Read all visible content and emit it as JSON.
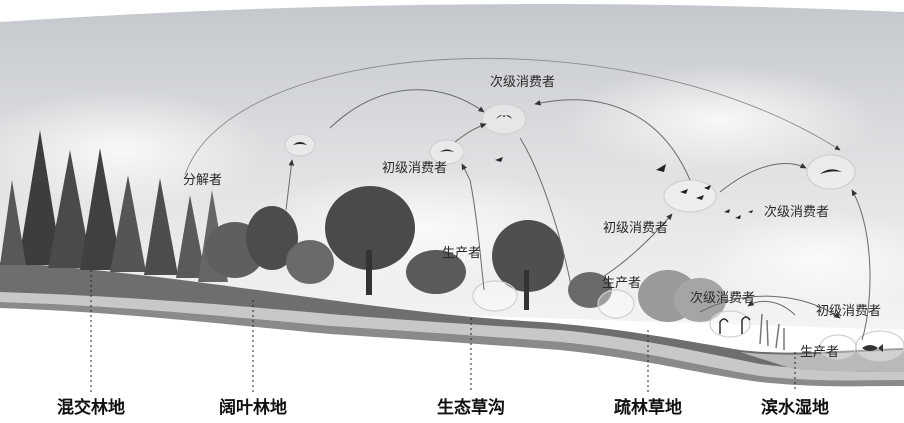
{
  "roles": {
    "decomposer": "分解者",
    "primary_consumer": "初级消费者",
    "secondary_consumer": "次级消费者",
    "producer": "生产者"
  },
  "zones": {
    "mixed_forest": "混交林地",
    "broadleaf_forest": "阔叶林地",
    "eco_swale": "生态草沟",
    "sparse_grassland": "疏林草地",
    "wetland": "滨水湿地"
  },
  "colors": {
    "sky_top": "#c9cdd2",
    "sky_bottom": "#f2f2f2",
    "tree_dark": "#3f3f3f",
    "tree_light": "#8a8a8a",
    "ground": "#6e6e6e",
    "ground_band": "#b5b5b5",
    "label": "#2a2a2a"
  },
  "icons": [
    "bird-icon",
    "fish-icon",
    "heron-icon"
  ]
}
